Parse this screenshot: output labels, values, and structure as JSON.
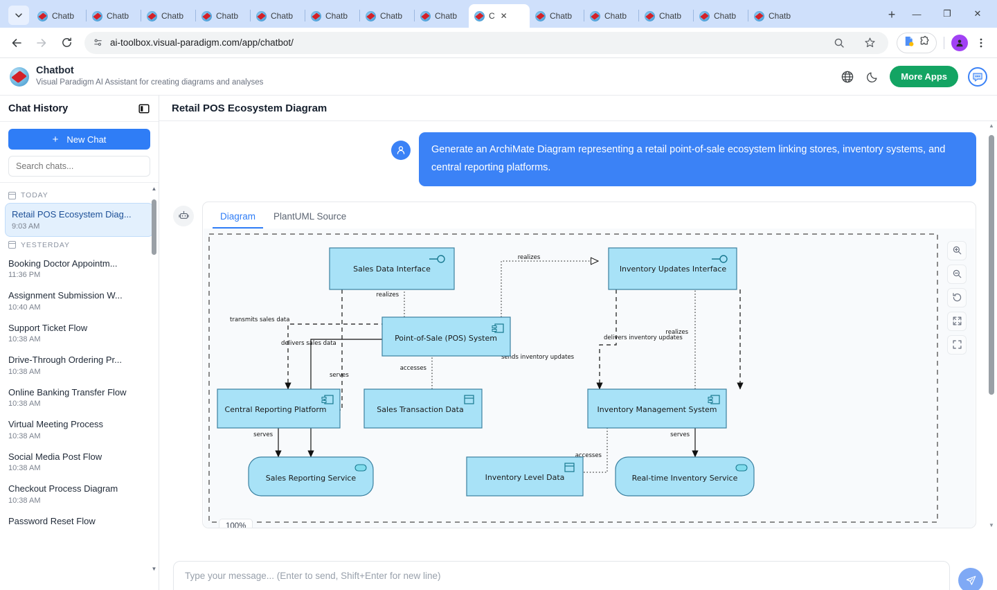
{
  "browser": {
    "tabs": [
      {
        "label": "Chatb",
        "active": false
      },
      {
        "label": "Chatb",
        "active": false
      },
      {
        "label": "Chatb",
        "active": false
      },
      {
        "label": "Chatb",
        "active": false
      },
      {
        "label": "Chatb",
        "active": false
      },
      {
        "label": "Chatb",
        "active": false
      },
      {
        "label": "Chatb",
        "active": false
      },
      {
        "label": "Chatb",
        "active": false
      },
      {
        "label": "C",
        "active": true
      },
      {
        "label": "Chatb",
        "active": false
      },
      {
        "label": "Chatb",
        "active": false
      },
      {
        "label": "Chatb",
        "active": false
      },
      {
        "label": "Chatb",
        "active": false
      },
      {
        "label": "Chatb",
        "active": false
      }
    ],
    "url": "ai-toolbox.visual-paradigm.com/app/chatbot/",
    "new_tab_label": "+",
    "close_label": "✕",
    "window": {
      "minimize": "—",
      "maximize": "❐",
      "close": "✕"
    }
  },
  "app": {
    "title": "Chatbot",
    "subtitle": "Visual Paradigm AI Assistant for creating diagrams and analyses",
    "more_apps_label": "More Apps",
    "accent_blue": "#3b82f6",
    "accent_green": "#13a463"
  },
  "sidebar": {
    "title": "Chat History",
    "new_chat_label": "New Chat",
    "new_chat_plus": "+",
    "search_placeholder": "Search chats...",
    "groups": [
      {
        "label": "TODAY",
        "items": [
          {
            "name": "Retail POS Ecosystem Diag...",
            "time": "9:03 AM",
            "active": true
          }
        ]
      },
      {
        "label": "YESTERDAY",
        "items": [
          {
            "name": "Booking Doctor Appointm...",
            "time": "11:36 PM",
            "active": false
          },
          {
            "name": "Assignment Submission W...",
            "time": "10:40 AM",
            "active": false
          },
          {
            "name": "Support Ticket Flow",
            "time": "10:38 AM",
            "active": false
          },
          {
            "name": "Drive-Through Ordering Pr...",
            "time": "10:38 AM",
            "active": false
          },
          {
            "name": "Online Banking Transfer Flow",
            "time": "10:38 AM",
            "active": false
          },
          {
            "name": "Virtual Meeting Process",
            "time": "10:38 AM",
            "active": false
          },
          {
            "name": "Social Media Post Flow",
            "time": "10:38 AM",
            "active": false
          },
          {
            "name": "Checkout Process Diagram",
            "time": "10:38 AM",
            "active": false
          },
          {
            "name": "Password Reset Flow",
            "time": "",
            "active": false
          }
        ]
      }
    ]
  },
  "conversation": {
    "title": "Retail POS Ecosystem Diagram",
    "user_message": "Generate an ArchiMate Diagram representing a retail point-of-sale ecosystem linking stores, inventory systems, and central reporting platforms.",
    "tabs": [
      {
        "label": "Diagram",
        "active": true
      },
      {
        "label": "PlantUML Source",
        "active": false
      }
    ],
    "zoom_level": "100%"
  },
  "composer": {
    "placeholder": "Type your message... (Enter to send, Shift+Enter for new line)",
    "value": "",
    "send_label": "Send"
  },
  "diagram": {
    "type": "archimate",
    "node_fill": "#a8e2f7",
    "node_stroke": "#3a80a0",
    "nodes": [
      {
        "id": "sales-data-interface",
        "label": "Sales Data Interface",
        "kind": "interface"
      },
      {
        "id": "inventory-updates-interface",
        "label": "Inventory Updates Interface",
        "kind": "interface"
      },
      {
        "id": "pos-system",
        "label": "Point-of-Sale (POS) System",
        "kind": "application-component"
      },
      {
        "id": "central-reporting-platform",
        "label": "Central Reporting Platform",
        "kind": "application-component"
      },
      {
        "id": "sales-transaction-data",
        "label": "Sales Transaction Data",
        "kind": "data-object"
      },
      {
        "id": "inventory-management-system",
        "label": "Inventory Management System",
        "kind": "application-component"
      },
      {
        "id": "sales-reporting-service",
        "label": "Sales Reporting Service",
        "kind": "application-service"
      },
      {
        "id": "inventory-level-data",
        "label": "Inventory Level Data",
        "kind": "data-object"
      },
      {
        "id": "real-time-inventory-service",
        "label": "Real-time Inventory Service",
        "kind": "application-service"
      }
    ],
    "edges": [
      {
        "label": "realizes",
        "from": "pos-system",
        "to": "sales-data-interface",
        "style": "realization"
      },
      {
        "label": "realizes",
        "from": "pos-system",
        "to": "inventory-updates-interface",
        "style": "realization"
      },
      {
        "label": "realizes",
        "from": "inventory-management-system",
        "to": "inventory-updates-interface",
        "style": "realization"
      },
      {
        "label": "transmits sales data",
        "from": "pos-system",
        "to": "central-reporting-platform",
        "style": "flow"
      },
      {
        "label": "delivers sales data",
        "from": "sales-data-interface",
        "to": "central-reporting-platform",
        "style": "flow"
      },
      {
        "label": "delivers inventory updates",
        "from": "inventory-updates-interface",
        "to": "inventory-management-system",
        "style": "flow"
      },
      {
        "label": "sends inventory updates",
        "from": "pos-system",
        "to": "inventory-management-system",
        "style": "flow"
      },
      {
        "label": "serves",
        "from": "pos-system",
        "to": "sales-reporting-service",
        "style": "serving"
      },
      {
        "label": "serves",
        "from": "central-reporting-platform",
        "to": "sales-reporting-service",
        "style": "serving"
      },
      {
        "label": "serves",
        "from": "inventory-management-system",
        "to": "real-time-inventory-service",
        "style": "serving"
      },
      {
        "label": "accesses",
        "from": "pos-system",
        "to": "sales-transaction-data",
        "style": "access"
      },
      {
        "label": "accesses",
        "from": "inventory-management-system",
        "to": "inventory-level-data",
        "style": "access"
      }
    ]
  }
}
